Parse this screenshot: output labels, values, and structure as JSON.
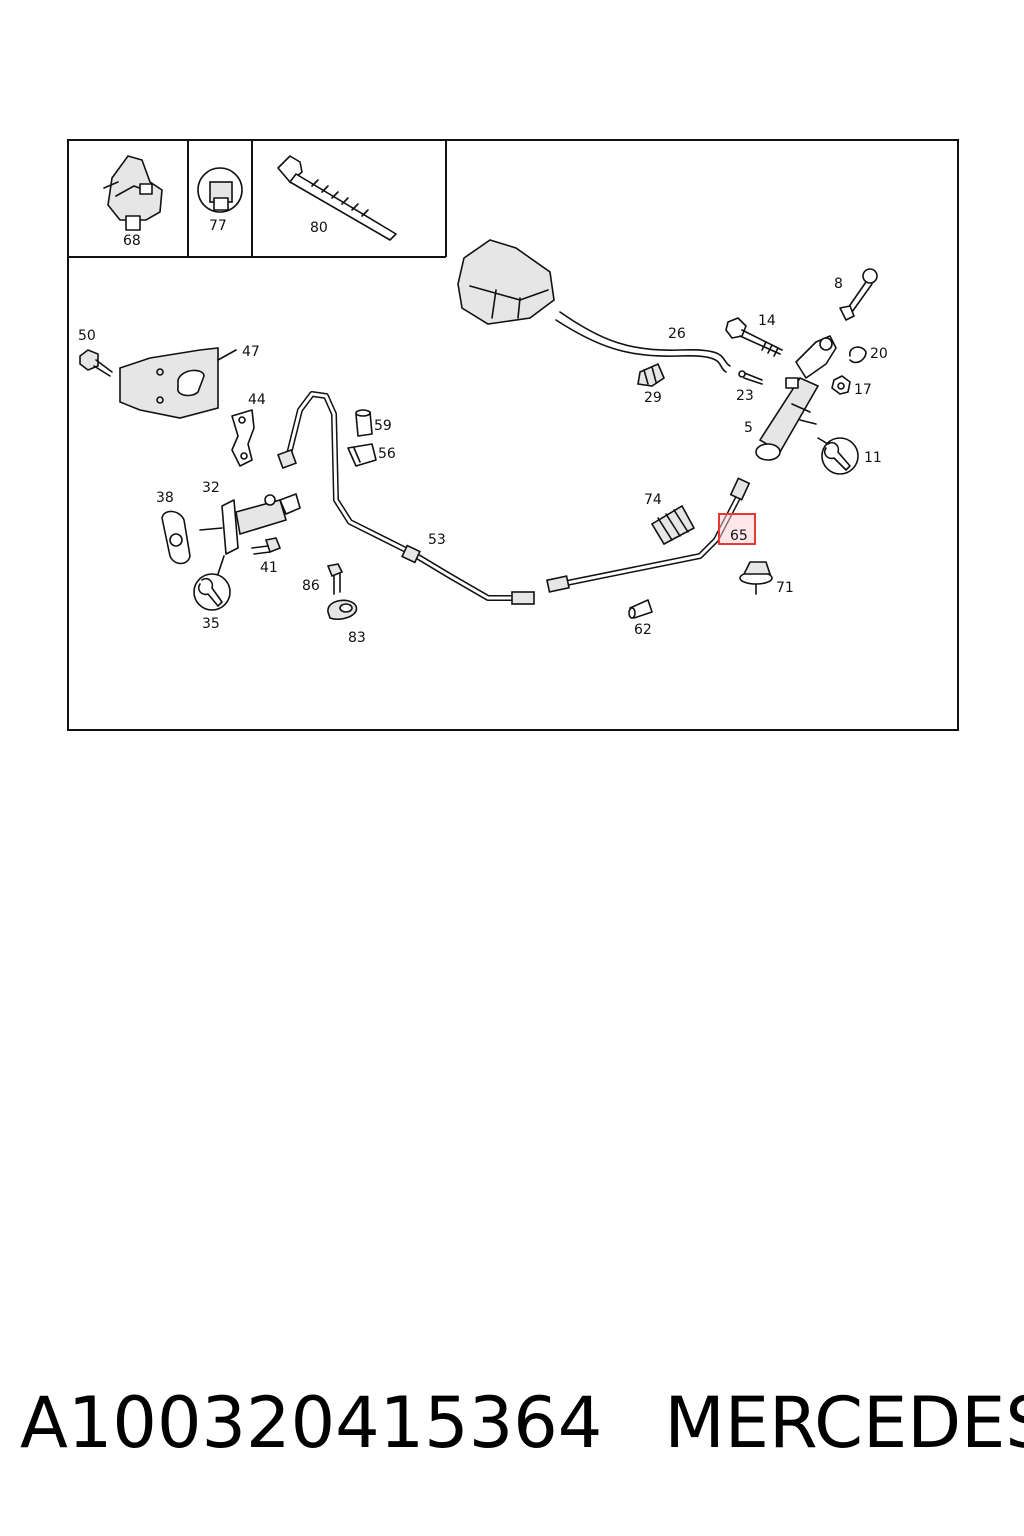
{
  "diagram": {
    "callouts": {
      "c68": "68",
      "c77": "77",
      "c80": "80",
      "c50": "50",
      "c47": "47",
      "c44": "44",
      "c59": "59",
      "c56": "56",
      "c26": "26",
      "c29": "29",
      "c14": "14",
      "c8": "8",
      "c20": "20",
      "c17": "17",
      "c23": "23",
      "c5": "5",
      "c11": "11",
      "c38": "38",
      "c32": "32",
      "c41": "41",
      "c35": "35",
      "c53": "53",
      "c86": "86",
      "c83": "83",
      "c74": "74",
      "c65": "65",
      "c71": "71",
      "c62": "62"
    },
    "highlighted_callout": "65",
    "highlight_color": "#e53935"
  },
  "caption": {
    "part_number": "A100320415364",
    "brand": "MERCEDES"
  }
}
